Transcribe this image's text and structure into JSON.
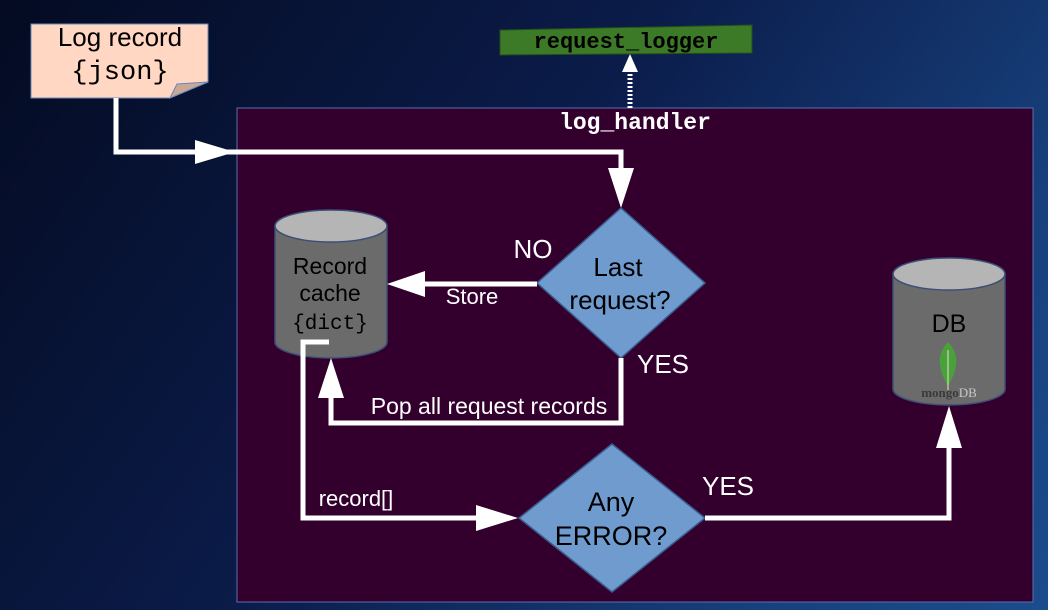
{
  "input_note": {
    "line1": "Log record",
    "line2": "{json}"
  },
  "logger_label": "request_logger",
  "handler_label": "log_handler",
  "cache": {
    "line1": "Record",
    "line2": "cache",
    "line3": "{dict}"
  },
  "decision_last": {
    "line1": "Last",
    "line2": "request?"
  },
  "decision_error": {
    "line1": "Any",
    "line2": "ERROR?"
  },
  "db": {
    "label": "DB",
    "logo_text_a": "mongo",
    "logo_text_b": "DB"
  },
  "edge_labels": {
    "no": "NO",
    "store": "Store",
    "yes_last": "YES",
    "pop": "Pop all request records",
    "record_list": "record[]",
    "yes_error": "YES"
  },
  "colors": {
    "handler_bg": "#33002e",
    "logger_bg": "#3d7a27",
    "note_bg": "#ffd7c3",
    "decision_fill": "#6f9bcf",
    "cylinder_body": "#6b6b6b",
    "cylinder_top": "#b5b5b5",
    "leaf": "#4aa13b"
  }
}
